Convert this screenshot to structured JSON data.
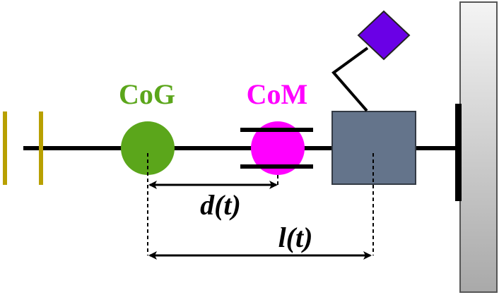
{
  "labels": {
    "cog": "CoG",
    "com": "CoM",
    "d": "d(t)",
    "l": "l(t)"
  },
  "colors": {
    "cog": "#5ba61b",
    "com": "#ff00ff",
    "box": "#64748b",
    "box_stroke": "#333a44",
    "end_effector": "#6a00e6",
    "stops": "#b8a000",
    "rod": "#000000",
    "wall_top": "#f4f4f4",
    "wall_bottom": "#a9a9a9"
  }
}
